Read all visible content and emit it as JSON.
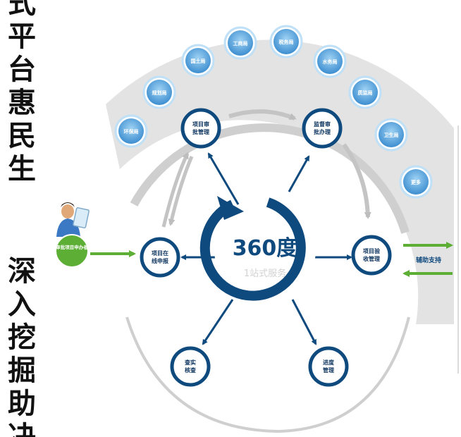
{
  "vertical_text_top": [
    "式",
    "平",
    "台",
    "惠",
    "民",
    "生"
  ],
  "vertical_text_bottom": [
    "深",
    "入",
    "挖",
    "掘",
    "助",
    "决"
  ],
  "center": {
    "title": "360度",
    "subtitle": "1站式服务"
  },
  "applicant_badge": "审批项目申办者",
  "support_label": "辅助支持",
  "process_nodes": [
    {
      "id": "declare",
      "label": [
        "项目在",
        "线申报"
      ]
    },
    {
      "id": "review",
      "label": [
        "项目审",
        "批管理"
      ]
    },
    {
      "id": "monitor",
      "label": [
        "监督审",
        "批办理"
      ]
    },
    {
      "id": "accept",
      "label": [
        "项目验",
        "收管理"
      ]
    },
    {
      "id": "query",
      "label": [
        "查实",
        "核查"
      ]
    },
    {
      "id": "progress",
      "label": [
        "进度",
        "管理"
      ]
    }
  ],
  "department_nodes": [
    {
      "id": "dept-1",
      "label": "环保局"
    },
    {
      "id": "dept-2",
      "label": "规划局"
    },
    {
      "id": "dept-3",
      "label": "国土局"
    },
    {
      "id": "dept-4",
      "label": "工商局"
    },
    {
      "id": "dept-5",
      "label": "税务局"
    },
    {
      "id": "dept-6",
      "label": "水务局"
    },
    {
      "id": "dept-7",
      "label": "质监局"
    },
    {
      "id": "dept-8",
      "label": "卫生局"
    },
    {
      "id": "dept-9",
      "label": "更多"
    }
  ],
  "colors": {
    "navy": "#0f4a7e",
    "satellite": "#5aa8e0",
    "band": "#e2e2e2",
    "green": "#5cae35"
  }
}
